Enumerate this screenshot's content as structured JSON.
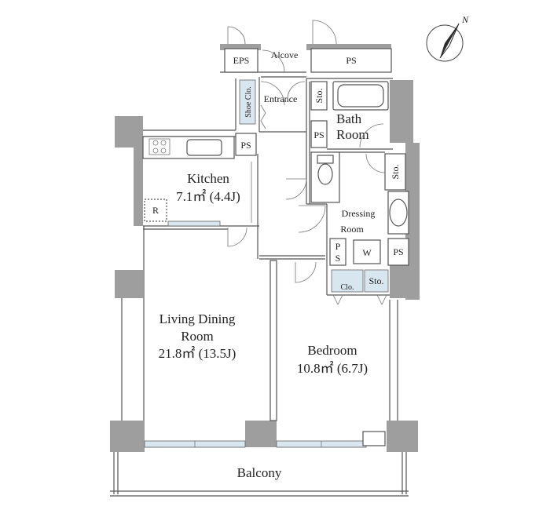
{
  "rooms": {
    "alcove": "Alcove",
    "eps": "EPS",
    "ps_top": "PS",
    "shoe_clo": "Shoe Clo.",
    "entrance": "Entrance",
    "sto_bath": "Sto.",
    "bath_line1": "Bath",
    "bath_line2": "Room",
    "ps_bath": "PS",
    "ps_kitchen": "PS",
    "kitchen_name": "Kitchen",
    "kitchen_area": "7.1㎡ (4.4J)",
    "fridge": "R",
    "sto_right": "Sto.",
    "dressing_line1": "Dressing",
    "dressing_line2": "Room",
    "ps_dressing_p": "P",
    "ps_dressing_s": "S",
    "washer": "W",
    "ps_right": "PS",
    "clo": "Clo.",
    "sto_bed": "Sto.",
    "living_line1": "Living Dining",
    "living_line2": "Room",
    "living_area": "21.8㎡ (13.5J)",
    "bedroom_name": "Bedroom",
    "bedroom_area": "10.8㎡ (6.7J)",
    "balcony": "Balcony"
  },
  "compass": {
    "label": "N"
  },
  "colors": {
    "wall": "#9e9e9e",
    "line": "#555555",
    "glass": "#d8e6ef",
    "compass": "#2b2b2b"
  }
}
